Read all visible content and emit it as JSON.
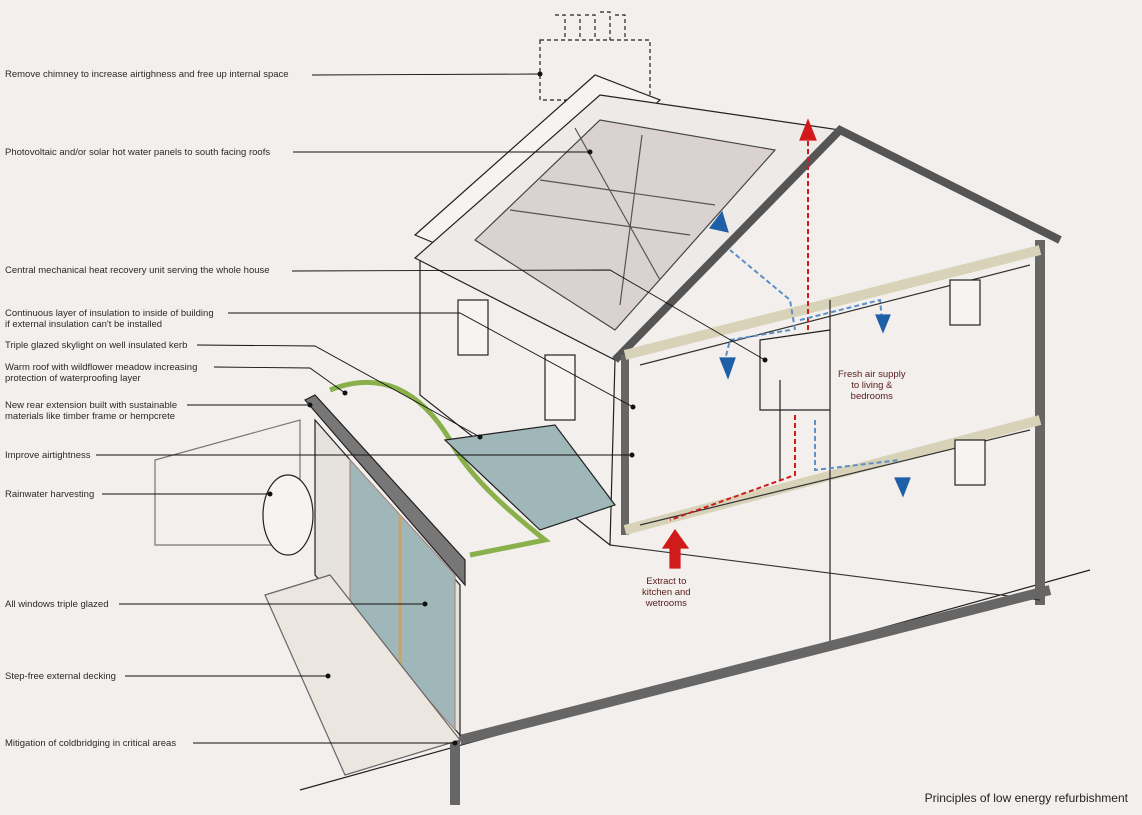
{
  "labels": [
    "Remove chimney to increase airtighness and free up internal space",
    "Photovoltaic and/or solar hot water panels to south facing roofs",
    "Central mechanical heat recovery unit serving the whole house",
    "Continuous layer of insulation to inside of building\nif external insulation can't be installed",
    "Triple glazed skylight on well insulated kerb",
    "Warm roof with wildflower meadow increasing\nprotection of waterproofing layer",
    "New rear extension built with sustainable\nmaterials like timber frame or hempcrete",
    "Improve airtightness",
    "Rainwater harvesting",
    "All windows triple glazed",
    "Step-free external decking",
    "Mitigation of coldbridging in critical areas"
  ],
  "notes": {
    "fresh_air": "Fresh air supply\nto living &\nbedrooms",
    "extract": "Extract to\nkitchen and\nwetrooms"
  },
  "caption": "Principles of low energy refurbishment",
  "colors": {
    "supply": "#1f5fa8",
    "extract": "#d11a1a",
    "background": "#f3efec"
  }
}
